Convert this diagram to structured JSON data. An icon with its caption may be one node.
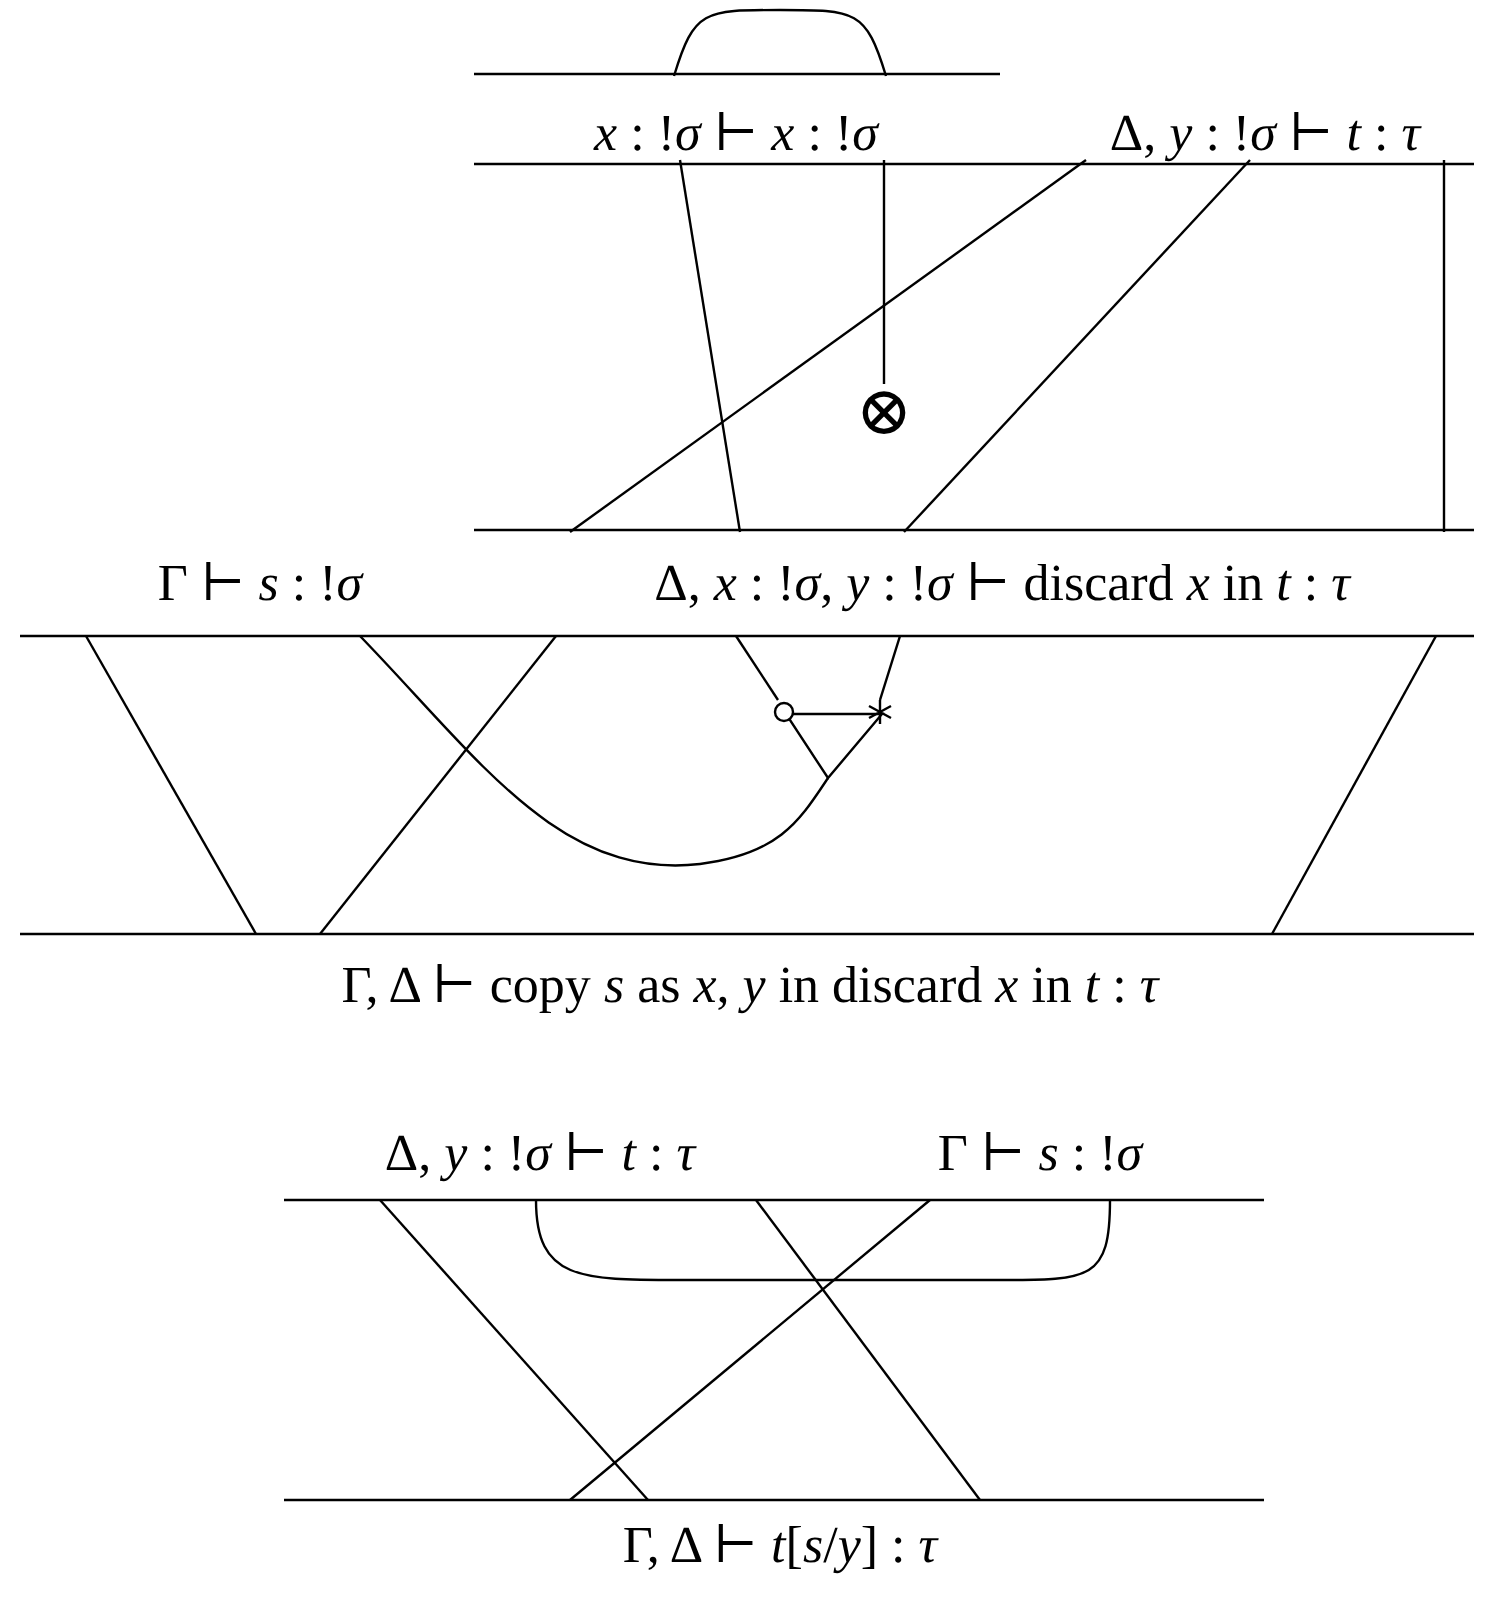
{
  "diagram": {
    "nodes": [
      {
        "text": [
          "*x* : !*σ* ⊢ *x* : !*σ*"
        ]
      },
      {
        "text": [
          "Δ, *y* : !*σ* ⊢ *t* : *τ*"
        ]
      },
      {
        "text": [
          "Δ, *x* : !*σ*, *y* : !*σ* ⊢ discard *x* in *t* : *τ*"
        ]
      },
      {
        "text": [
          "Γ ⊢ *s* : !*σ*"
        ]
      },
      {
        "text": [
          "Γ, Δ ⊢ copy *s* as *x*, *y* in discard *x* in *t* : *τ*"
        ]
      },
      {
        "text": [
          "⊗"
        ]
      },
      {
        "text": [],
        "shape": "triangle"
      },
      {
        "text": [
          "Δ, *y* : !*σ* ⊢ *t* : *τ*"
        ]
      },
      {
        "text": [
          "Γ ⊢ *s* : !*σ*"
        ]
      },
      {
        "text": [
          "Γ, Δ ⊢ *t*[*s*/*y*] : *τ*"
        ]
      }
    ],
    "edges": [
      {
        "from": 0,
        "to": 0,
        "arrow": "none"
      },
      {
        "from": 0,
        "to": 2,
        "arrow": "none"
      },
      {
        "from": 0,
        "to": 5,
        "arrow": "none"
      },
      {
        "from": 1,
        "to": 2,
        "arrow": "none"
      },
      {
        "from": 1,
        "to": 2,
        "arrow": "none"
      },
      {
        "from": 1,
        "to": 2,
        "arrow": "none"
      },
      {
        "from": 3,
        "to": 4,
        "arrow": "none"
      },
      {
        "from": 3,
        "to": 6,
        "arrow": "none"
      },
      {
        "from": 2,
        "to": 4,
        "arrow": "none"
      },
      {
        "from": 2,
        "to": 6,
        "arrow": "none"
      },
      {
        "from": 2,
        "to": 6,
        "arrow": "none"
      },
      {
        "from": 2,
        "to": 4,
        "arrow": "none"
      },
      {
        "from": 7,
        "to": 9,
        "arrow": "none"
      },
      {
        "from": 7,
        "to": 8,
        "arrow": "none"
      },
      {
        "from": 8,
        "to": 9,
        "arrow": "none"
      },
      {
        "from": 7,
        "to": 9,
        "arrow": "none"
      }
    ]
  }
}
